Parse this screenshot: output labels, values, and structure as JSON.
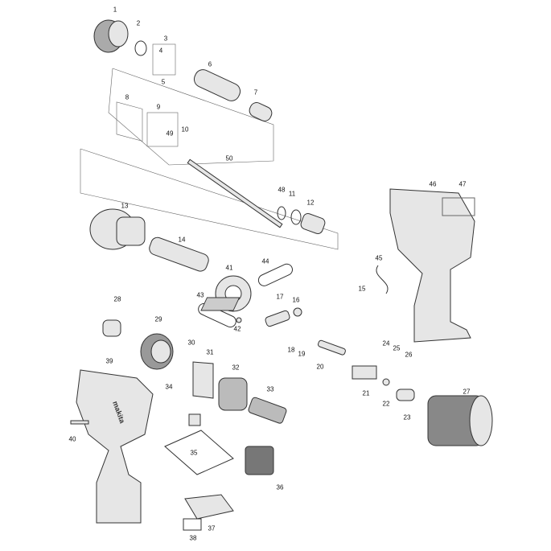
{
  "diagram": {
    "type": "exploded-parts-diagram",
    "part_numbers": [
      "1",
      "2",
      "3",
      "4",
      "5",
      "6",
      "7",
      "8",
      "9",
      "49",
      "10",
      "50",
      "48",
      "11",
      "12",
      "46",
      "47",
      "13",
      "14",
      "41",
      "44",
      "45",
      "15",
      "17",
      "16",
      "43",
      "42",
      "28",
      "29",
      "30",
      "31",
      "18",
      "19",
      "20",
      "24",
      "25",
      "26",
      "39",
      "32",
      "34",
      "21",
      "22",
      "23",
      "27",
      "33",
      "40",
      "35",
      "36",
      "37",
      "38"
    ],
    "housing_logo_text": "makita"
  },
  "colors": {
    "line": "#333333",
    "part_fill": "#e6e6e6",
    "dark": "#555555"
  }
}
